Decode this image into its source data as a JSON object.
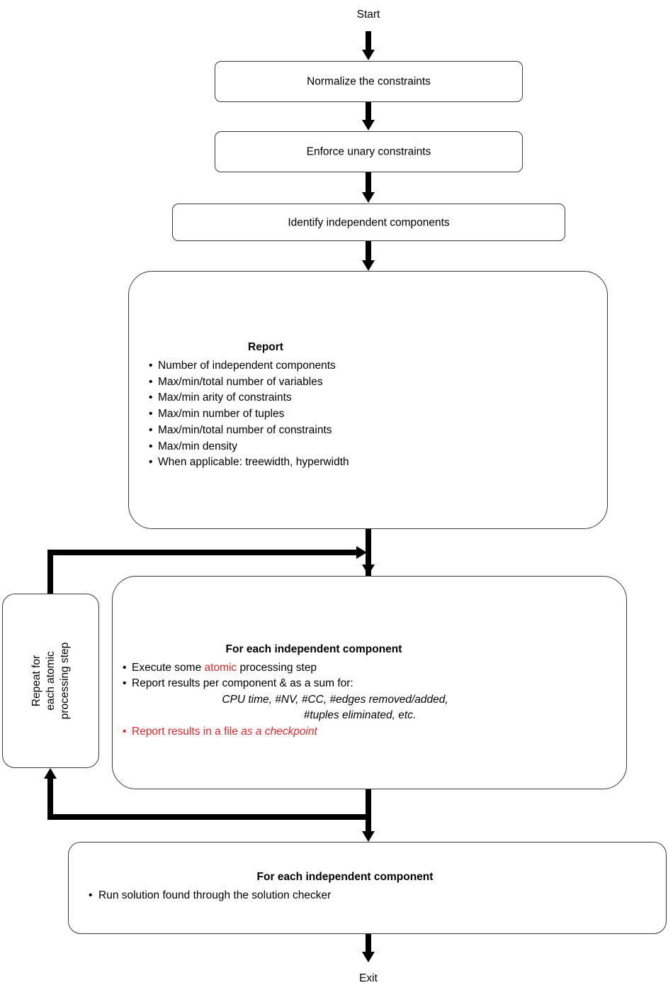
{
  "diagram": {
    "title": "Algorithm processing flowchart",
    "start_label": "Start",
    "exit_label": "Exit",
    "accent_red": "#e8262a",
    "line_color": "#000000",
    "box_border_color": "#3a3a3a",
    "background": "#ffffff"
  },
  "nodes": {
    "normalize": {
      "label": "Normalize the constraints"
    },
    "enforce": {
      "label": "Enforce unary constraints"
    },
    "identify": {
      "label": "Identify independent components"
    },
    "report": {
      "heading": "Report",
      "bullets": [
        "Number of independent components",
        "Max/min/total number of variables",
        "Max/min arity of constraints",
        "Max/min number of tuples",
        "Max/min/total number of constraints",
        "Max/min density",
        "When applicable: treewidth, hyperwidth"
      ]
    },
    "repeat_loop": {
      "line1": "Repeat for",
      "line2": "each atomic",
      "line3": "processing step"
    },
    "component_process": {
      "heading": "For each independent component",
      "bullet1_pre": "Execute some ",
      "bullet1_red": "atomic",
      "bullet1_post": " processing step",
      "bullet2": "Report results per component & as a sum for:",
      "metrics_line1": "CPU time, #NV, #CC, #edges removed/added,",
      "metrics_line2": "#tuples eliminated, etc.",
      "bullet3_red_plain": "Report results in a file ",
      "bullet3_red_italic": "as a checkpoint"
    },
    "solution_check": {
      "heading": "For each independent component",
      "bullet1": "Run solution found through the solution checker"
    }
  }
}
